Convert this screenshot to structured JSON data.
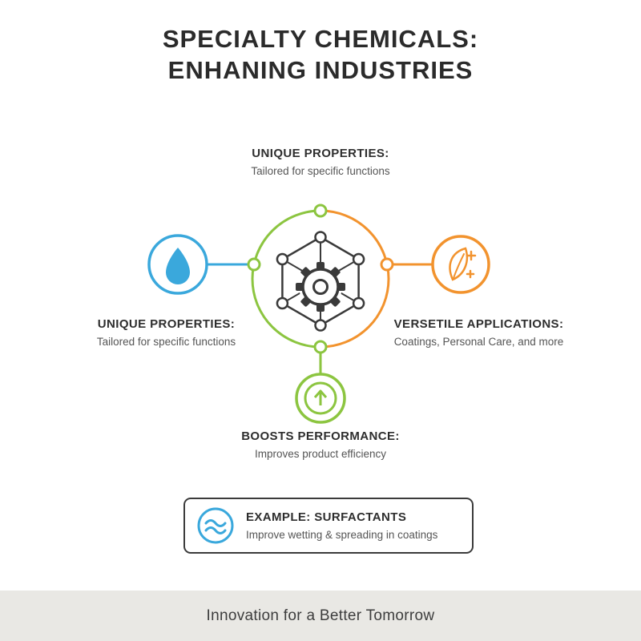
{
  "title": {
    "line1": "SPECIALTY CHEMICALS:",
    "line2": "ENHANING INDUSTRIES"
  },
  "callouts": {
    "top": {
      "heading": "UNIQUE PROPERTIES:",
      "subtext": "Tailored for specific functions"
    },
    "left": {
      "heading": "UNIQUE PROPERTIES:",
      "subtext": "Tailored for specific functions"
    },
    "right": {
      "heading": "VERSETILE APPLICATIONS:",
      "subtext": "Coatings, Personal Care, and more"
    },
    "bottom": {
      "heading": "BOOSTS PERFORMANCE:",
      "subtext": "Improves product efficiency"
    }
  },
  "example": {
    "heading": "EXAMPLE: SURFACTANTS",
    "subtext": "Improve wetting & spreading in coatings"
  },
  "footer": {
    "text": "Innovation for a Better Tomorrow"
  },
  "icons": {
    "center": "molecule-gear-icon",
    "left": "water-droplet-icon",
    "right": "leaf-sparkle-icon",
    "bottom": "arrow-up-circle-icon",
    "example": "wave-icon"
  },
  "colors": {
    "blue": "#3AA8DC",
    "orange": "#F2932E",
    "green": "#8CC540",
    "dark": "#3A3A3A",
    "footer_bg": "#E9E8E4"
  }
}
